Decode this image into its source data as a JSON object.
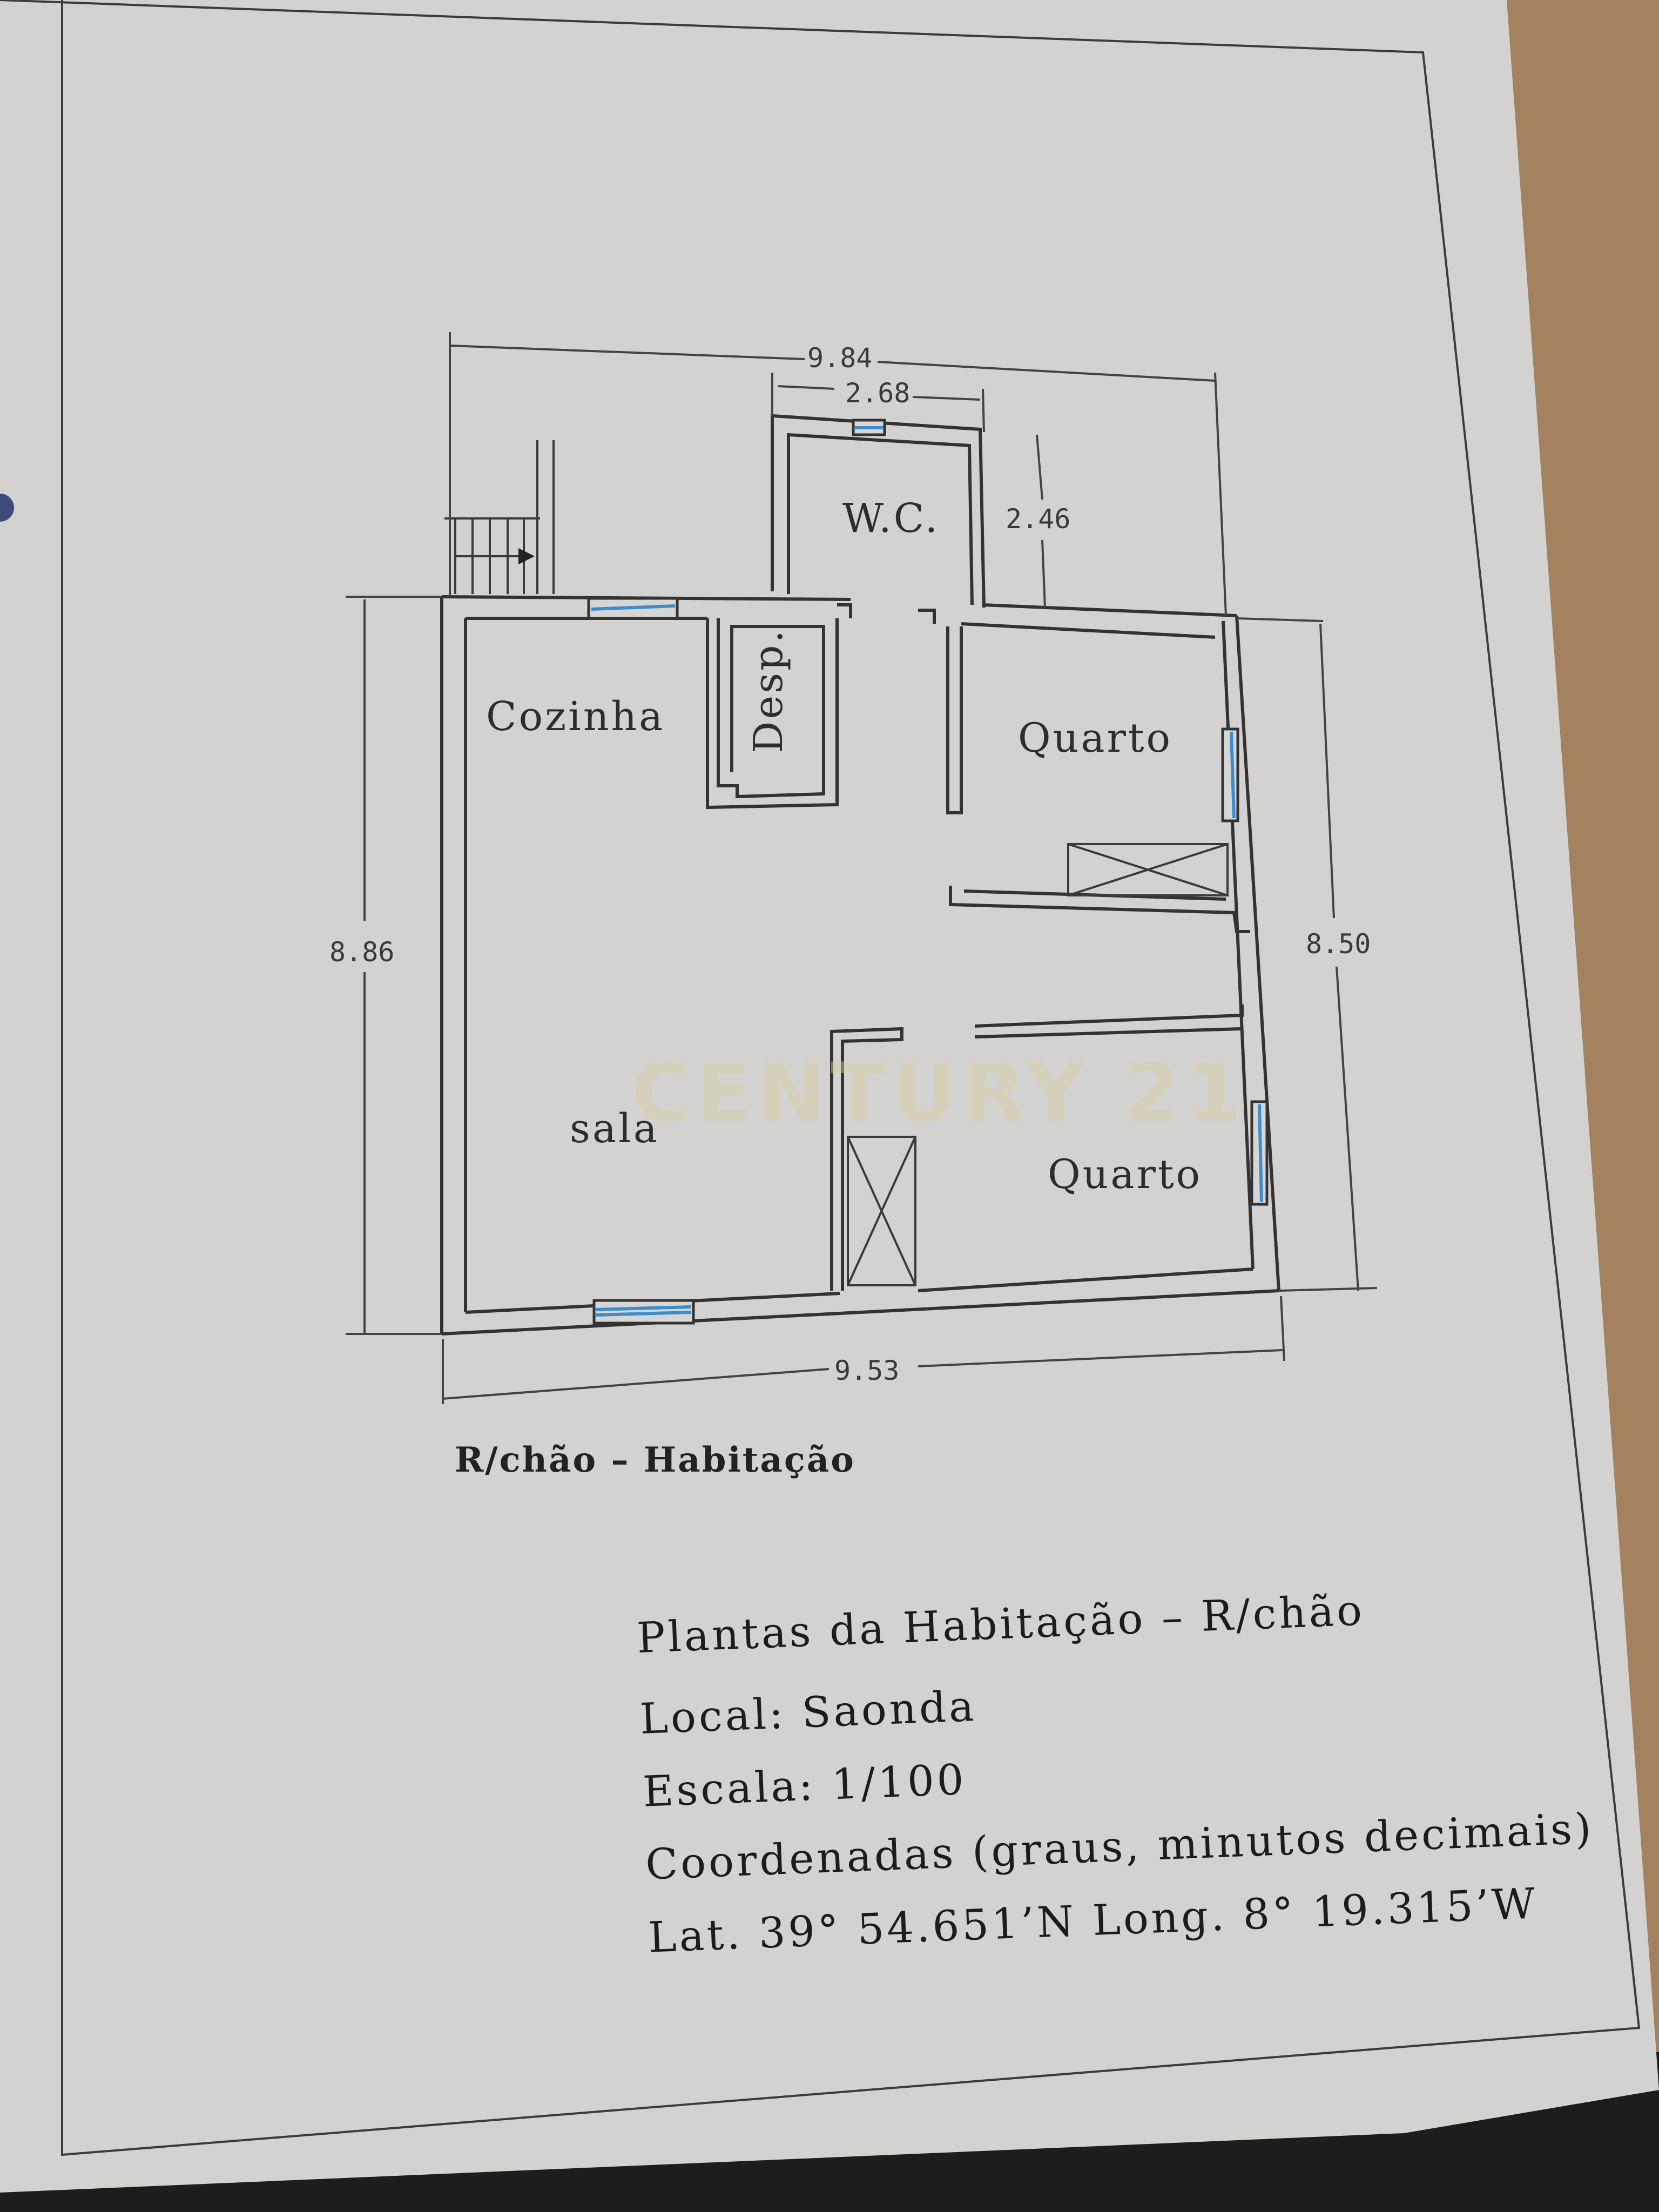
{
  "document": {
    "type": "floor-plan",
    "watermark": "CENTURY 21",
    "colors": {
      "paper": "#d3d2d0",
      "line": "#333333",
      "window": "#3f8ccc",
      "table_background": "#a5825f",
      "watermark": "#d8cfa0"
    }
  },
  "plan": {
    "rooms": [
      {
        "id": "wc",
        "label": "W.C."
      },
      {
        "id": "cozinha",
        "label": "Cozinha"
      },
      {
        "id": "desp",
        "label": "Desp."
      },
      {
        "id": "quarto1",
        "label": "Quarto"
      },
      {
        "id": "sala",
        "label": "sala"
      },
      {
        "id": "quarto2",
        "label": "Quarto"
      }
    ],
    "dimensions": {
      "top_total": "9.84",
      "top_wc": "2.68",
      "wc_depth": "2.46",
      "left_height": "8.86",
      "right_height": "8.50",
      "bottom_total": "9.53"
    },
    "caption": "R/chão – Habitação"
  },
  "title_block": {
    "title": "Plantas da Habitação – R/chão",
    "local": "Local: Saonda",
    "escala": "Escala: 1/100",
    "coordenadas": "Coordenadas (graus, minutos decimais)",
    "lat_long": "Lat. 39° 54.651’N Long. 8° 19.315’W"
  }
}
